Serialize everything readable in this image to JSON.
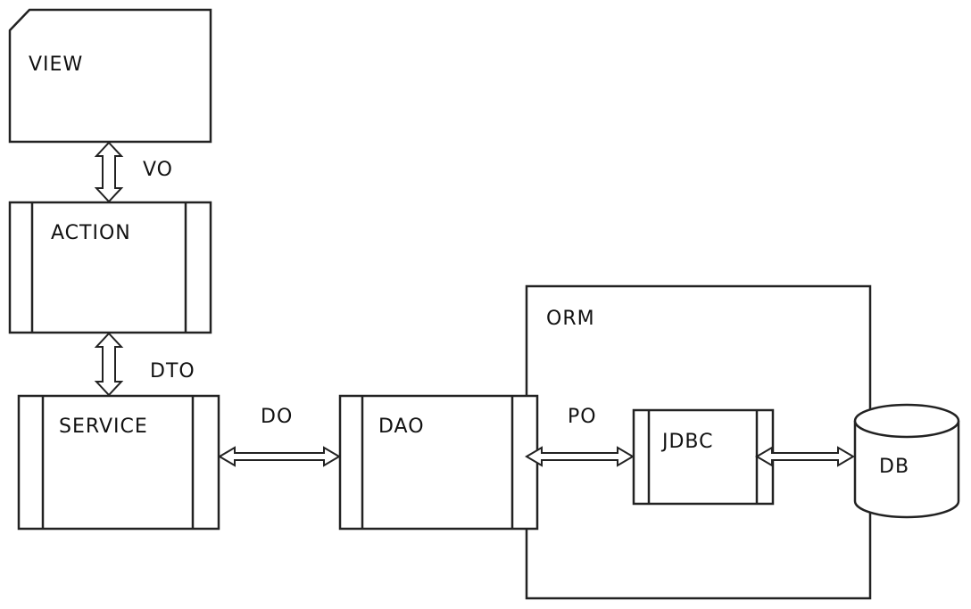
{
  "diagram": {
    "nodes": {
      "view": {
        "label": "VIEW"
      },
      "action": {
        "label": "ACTION"
      },
      "service": {
        "label": "SERVICE"
      },
      "dao": {
        "label": "DAO"
      },
      "orm": {
        "label": "ORM"
      },
      "jdbc": {
        "label": "JDBC"
      },
      "db": {
        "label": "DB"
      }
    },
    "connectors": {
      "view_action": {
        "label": "VO"
      },
      "action_service": {
        "label": "DTO"
      },
      "service_dao": {
        "label": "DO"
      },
      "dao_jdbc": {
        "label": "PO"
      },
      "jdbc_db": {
        "label": ""
      }
    }
  },
  "colors": {
    "stroke": "#222222",
    "fill": "#ffffff",
    "text": "#111111"
  }
}
